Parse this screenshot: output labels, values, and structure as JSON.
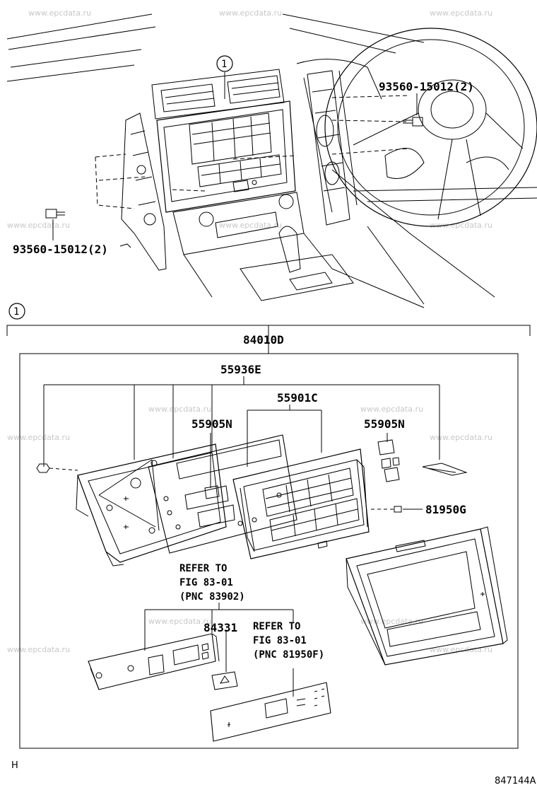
{
  "watermark": "www.epcdata.ru",
  "callouts": {
    "circle_top": "1",
    "circle_section": "1",
    "bolt_right": "93560-15012(2)",
    "bolt_left": "93560-15012(2)"
  },
  "parts": {
    "assembly": "84010D",
    "bracket": "55936E",
    "panel": "55901C",
    "knob_left": "55905N",
    "knob_right": "55905N",
    "screw": "81950G",
    "switch": "84331"
  },
  "references": {
    "ref1": [
      "REFER TO",
      "FIG 83-01",
      "(PNC 83902)"
    ],
    "ref2": [
      "REFER TO",
      "FIG 83-01",
      "(PNC 81950F)"
    ]
  },
  "footer": {
    "left_code": "H",
    "figure_code": "847144A"
  }
}
